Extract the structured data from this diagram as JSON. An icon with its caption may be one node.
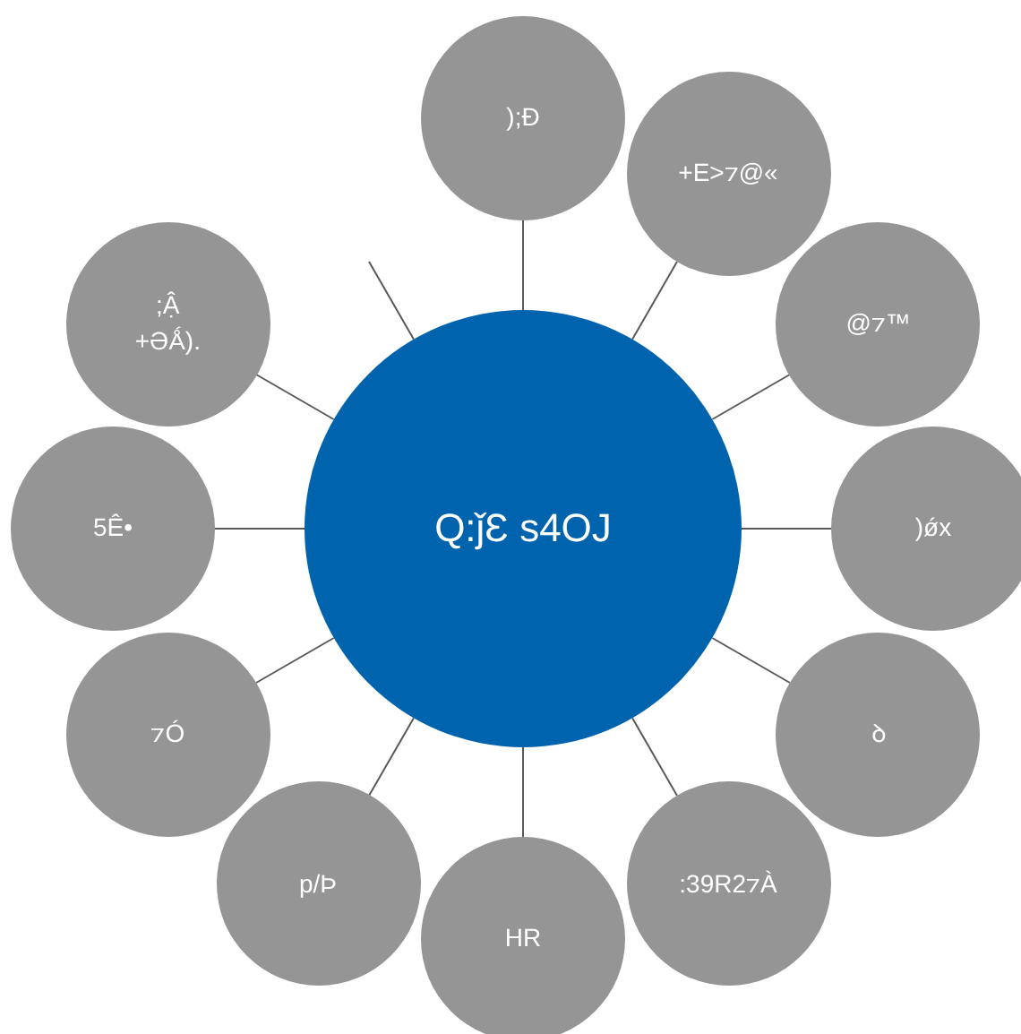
{
  "diagram": {
    "nodes": [
      {
        "text": [
          "Q:ǰƐ s4OJ"
        ]
      },
      {
        "text": [
          ");Đ"
        ]
      },
      {
        "text": [
          "+E>⁊@«"
        ]
      },
      {
        "text": [
          "@⁊™"
        ]
      },
      {
        "text": [
          ")ǿx"
        ]
      },
      {
        "text": [
          "ꝺ"
        ]
      },
      {
        "text": [
          ":39R2⁊À"
        ]
      },
      {
        "text": [
          "HR"
        ]
      },
      {
        "text": [
          "p/Þ"
        ]
      },
      {
        "text": [
          "⁊Ó"
        ]
      },
      {
        "text": [
          "5Ê•"
        ]
      },
      {
        "text": [
          ";Ậ",
          "+ƏǺ)."
        ]
      }
    ],
    "edges": [
      {
        "from": 0,
        "to": 1,
        "arrow": "none"
      },
      {
        "from": 0,
        "to": 2,
        "arrow": "none"
      },
      {
        "from": 0,
        "to": 3,
        "arrow": "none"
      },
      {
        "from": 0,
        "to": 4,
        "arrow": "none"
      },
      {
        "from": 0,
        "to": 5,
        "arrow": "none"
      },
      {
        "from": 0,
        "to": 6,
        "arrow": "none"
      },
      {
        "from": 0,
        "to": 7,
        "arrow": "none"
      },
      {
        "from": 0,
        "to": 8,
        "arrow": "none"
      },
      {
        "from": 0,
        "to": 9,
        "arrow": "none"
      },
      {
        "from": 0,
        "to": 10,
        "arrow": "none"
      },
      {
        "from": 0,
        "to": 11,
        "arrow": "none"
      },
      {
        "from": 0,
        "to": null,
        "arrow": "none"
      }
    ]
  }
}
